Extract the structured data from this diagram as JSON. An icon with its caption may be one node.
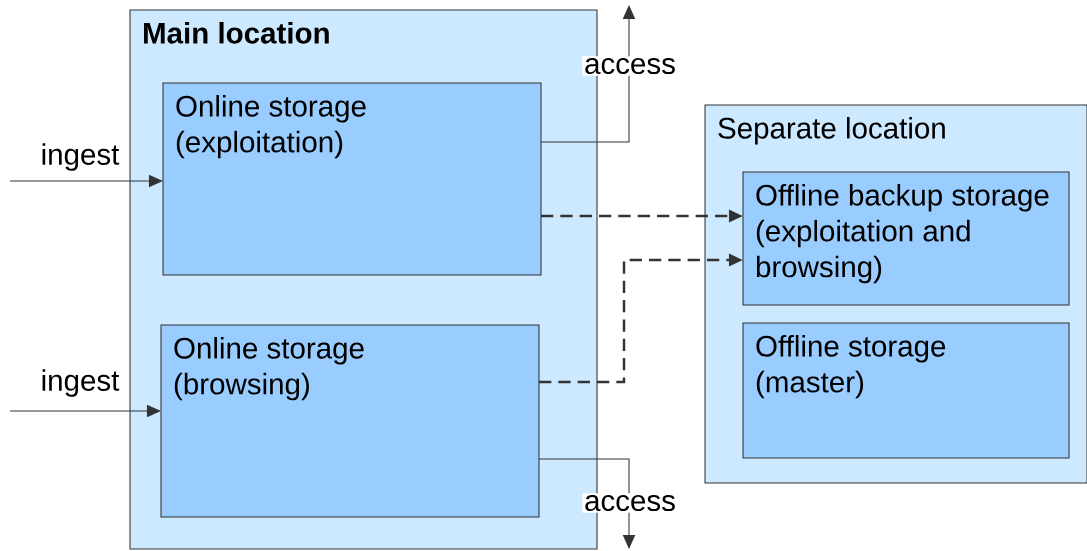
{
  "diagram": {
    "nodes": [
      {
        "text": [
          "Main location"
        ]
      },
      {
        "text": [
          "Online storage (exploitation)"
        ],
        "in": 0
      },
      {
        "text": [
          "Online storage (browsing)"
        ],
        "in": 0
      },
      {
        "text": [
          "Separate location"
        ]
      },
      {
        "text": [
          "Offline backup storage (exploitation and browsing)"
        ],
        "in": 3
      },
      {
        "text": [
          "Offline storage (master)"
        ],
        "in": 3
      }
    ],
    "edges": [
      {
        "from": null,
        "to": 1,
        "arrow": "to",
        "label": "ingest"
      },
      {
        "from": null,
        "to": 2,
        "arrow": "to",
        "label": "ingest"
      },
      {
        "from": 1,
        "to": null,
        "arrow": "to",
        "label": "access"
      },
      {
        "from": 2,
        "to": null,
        "arrow": "to",
        "label": "access"
      },
      {
        "from": 1,
        "to": 4,
        "arrow": "to",
        "style": "dashed"
      },
      {
        "from": 2,
        "to": 4,
        "arrow": "to",
        "style": "dashed"
      }
    ]
  }
}
